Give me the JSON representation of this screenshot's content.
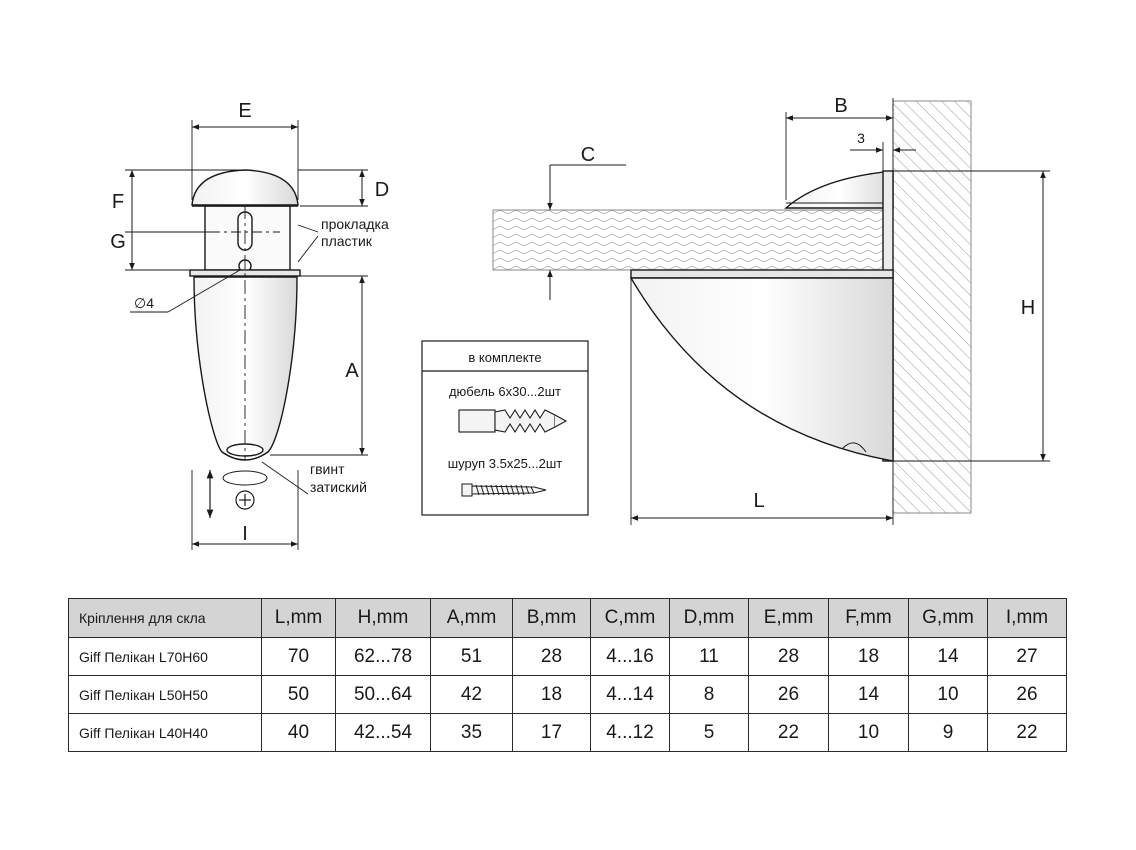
{
  "front_view": {
    "labels": {
      "E": "E",
      "F": "F",
      "D": "D",
      "G": "G",
      "A": "A",
      "I": "I",
      "diameter": "∅4",
      "gasket_line1": "прокладка",
      "gasket_line2": "пластик",
      "screw_line1": "гвинт",
      "screw_line2": "затиский"
    }
  },
  "side_view": {
    "labels": {
      "B": "B",
      "C": "C",
      "H": "H",
      "L": "L",
      "three": "3"
    }
  },
  "kit": {
    "title": "в комплекте",
    "dowel": "дюбель 6x30...2шт",
    "screw": "шуруп 3.5x25...2шт"
  },
  "table": {
    "headers": [
      "Кріплення для скла",
      "L,mm",
      "H,mm",
      "A,mm",
      "B,mm",
      "C,mm",
      "D,mm",
      "E,mm",
      "F,mm",
      "G,mm",
      "I,mm"
    ],
    "rows": [
      [
        "Giff Пелікан L70H60",
        "70",
        "62...78",
        "51",
        "28",
        "4...16",
        "11",
        "28",
        "18",
        "14",
        "27"
      ],
      [
        "Giff Пелікан L50H50",
        "50",
        "50...64",
        "42",
        "18",
        "4...14",
        "8",
        "26",
        "14",
        "10",
        "26"
      ],
      [
        "Giff Пелікан L40H40",
        "40",
        "42...54",
        "35",
        "17",
        "4...12",
        "5",
        "22",
        "10",
        "9",
        "22"
      ]
    ]
  }
}
